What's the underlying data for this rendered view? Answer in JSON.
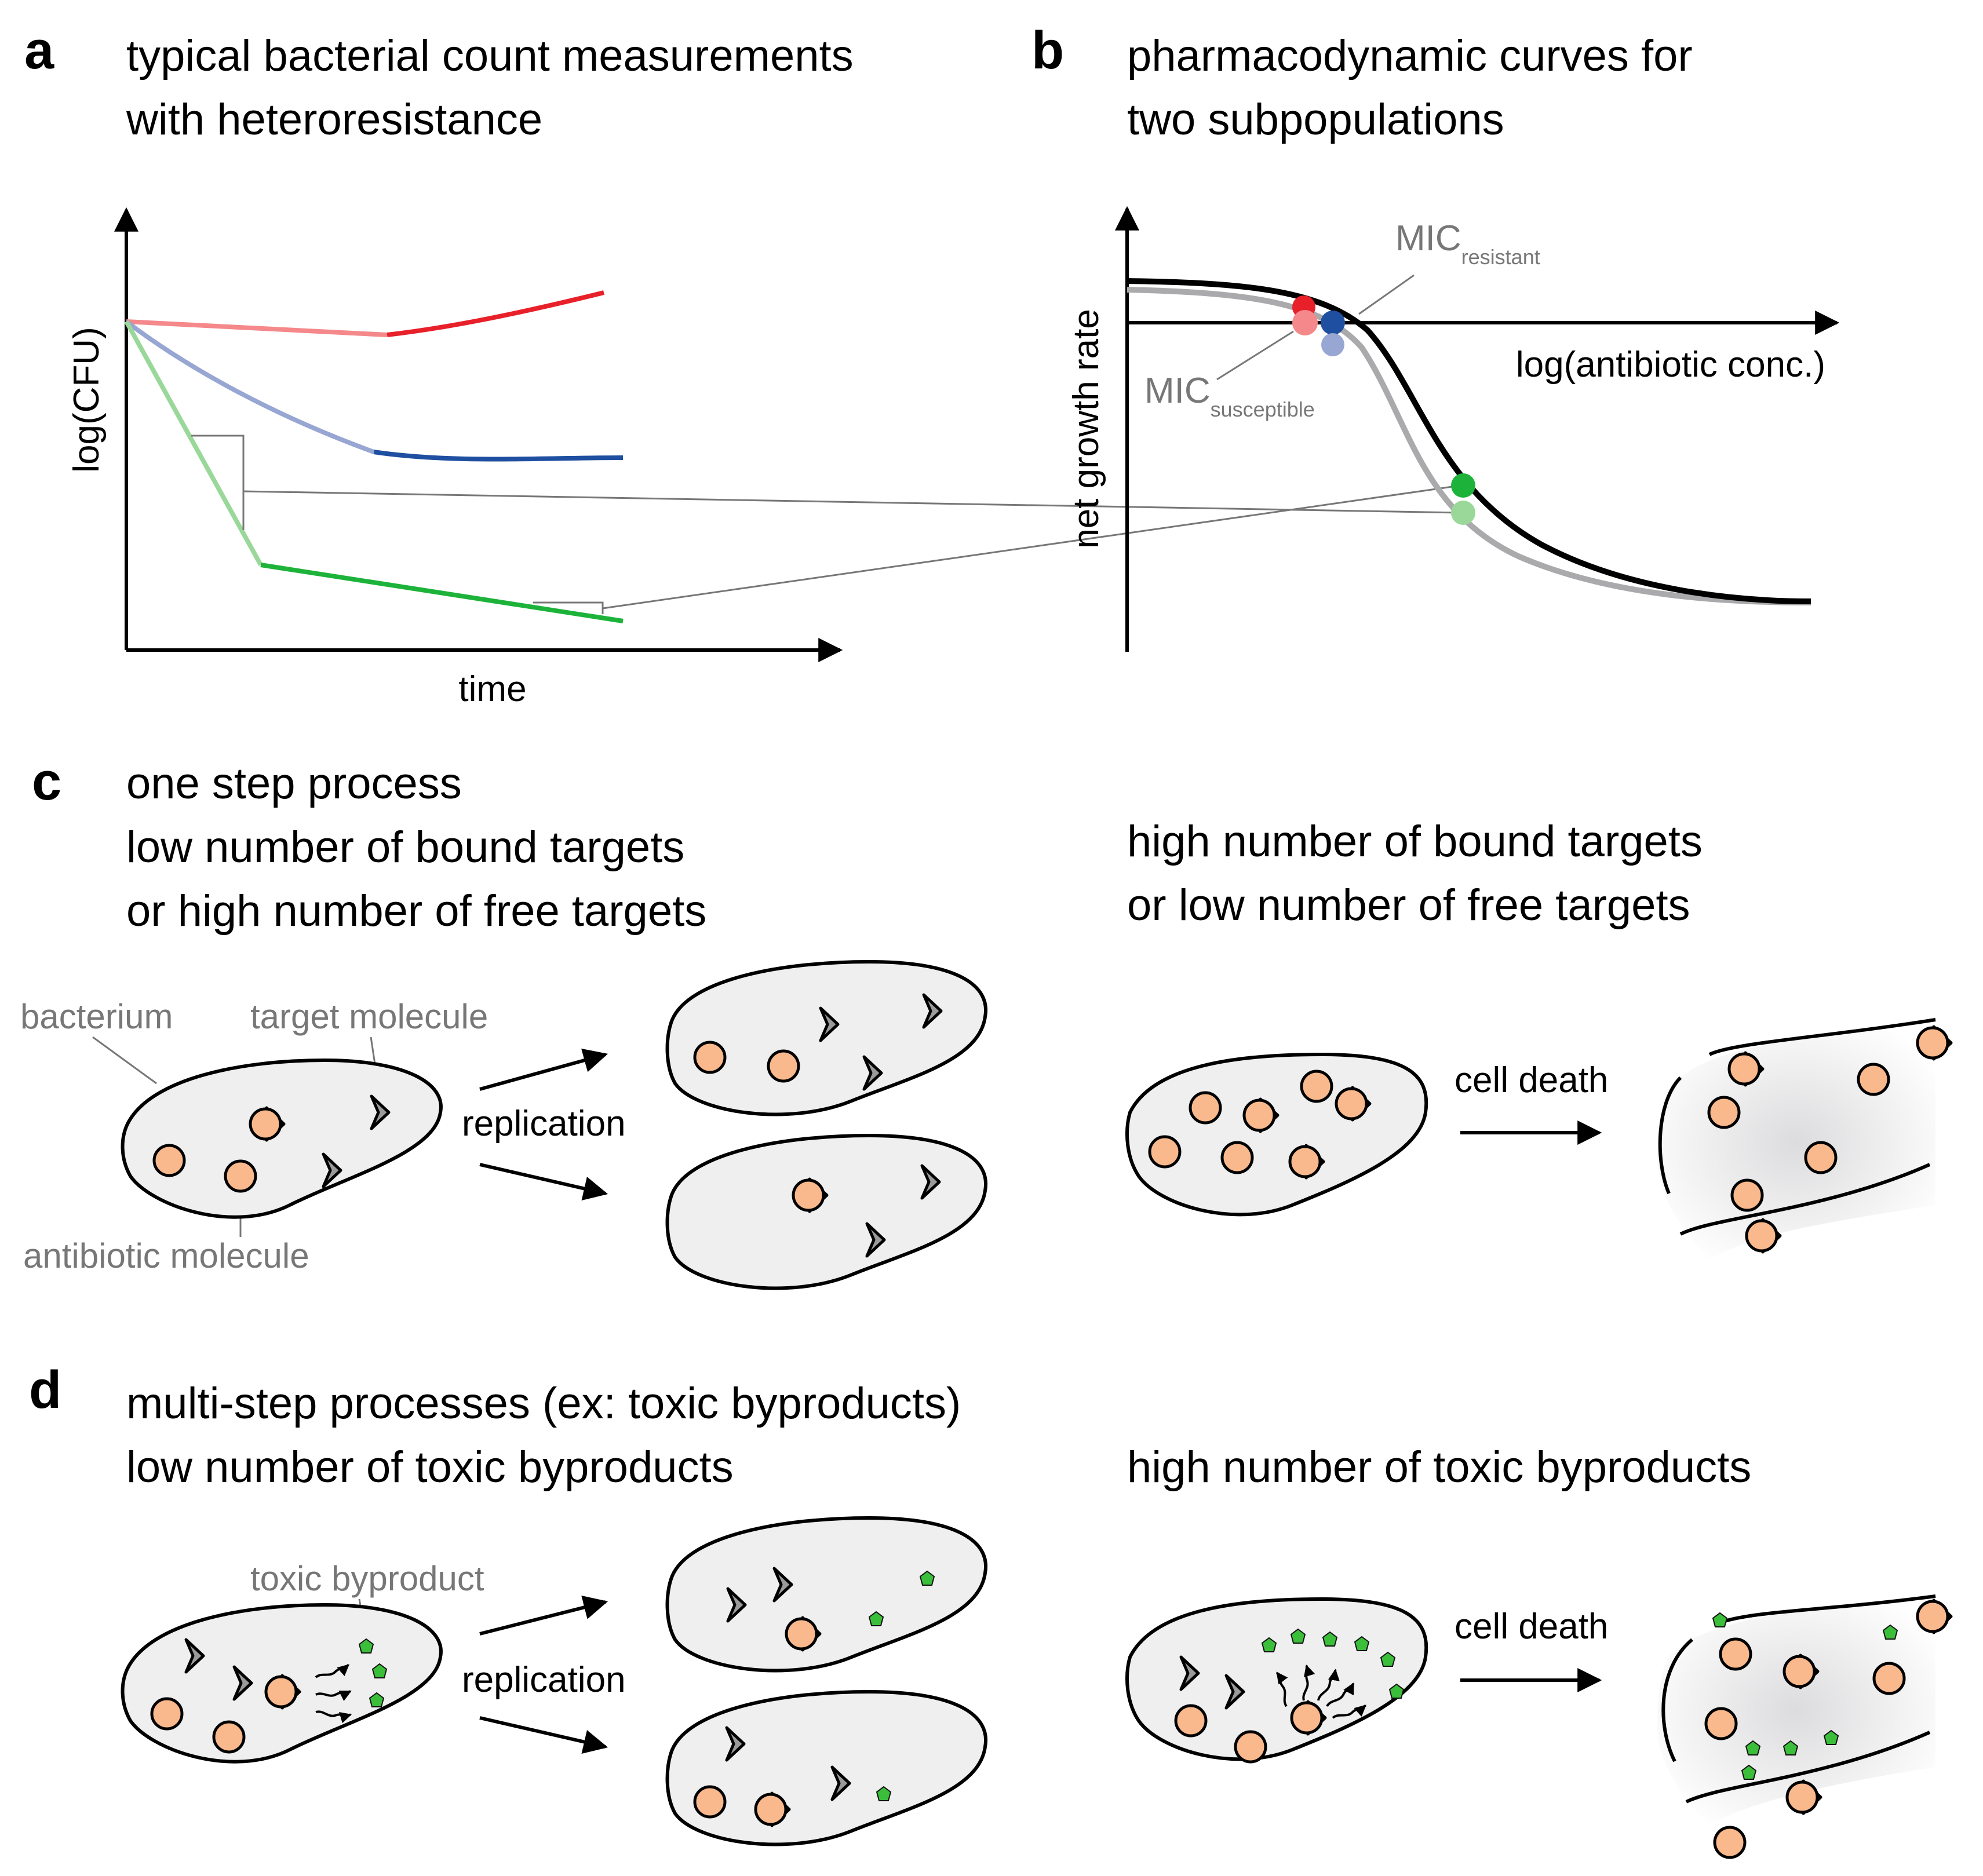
{
  "panels": {
    "a": {
      "label": "a",
      "title_line1": "typical bacterial count measurements",
      "title_line2": "with heteroresistance",
      "ylabel": "log(CFU)",
      "xlabel": "time"
    },
    "b": {
      "label": "b",
      "title_line1": "pharmacodynamic curves for",
      "title_line2": "two subpopulations",
      "ylabel": "net growth rate",
      "xlabel": "log(antibiotic conc.)",
      "mic_resistant": "MIC",
      "mic_resistant_sub": "resistant",
      "mic_susceptible": "MIC",
      "mic_susceptible_sub": "susceptible"
    },
    "c": {
      "label": "c",
      "left_line1": "one step process",
      "left_line2": "low number of bound targets",
      "left_line3": "or high number of free targets",
      "right_line1": "high number of bound targets",
      "right_line2": "or low number of free targets",
      "bacterium": "bacterium",
      "target_molecule": "target molecule",
      "antibiotic_molecule": "antibiotic molecule",
      "replication": "replication",
      "cell_death": "cell death"
    },
    "d": {
      "label": "d",
      "left_line1": "multi-step processes (ex: toxic byproducts)",
      "left_line2": "low number of toxic byproducts",
      "right_line1": "high number of toxic byproducts",
      "toxic_byproduct": "toxic byproduct",
      "replication": "replication",
      "cell_death": "cell death"
    }
  },
  "colors": {
    "red": "#e8202a",
    "light_red": "#f4888a",
    "blue": "#1f4fa0",
    "light_blue": "#97a6d2",
    "green": "#1db33a",
    "light_green": "#9ad89a",
    "antibiotic": "#f9b98c",
    "toxic": "#3bbf3b",
    "cell_fill": "#efeff0"
  }
}
